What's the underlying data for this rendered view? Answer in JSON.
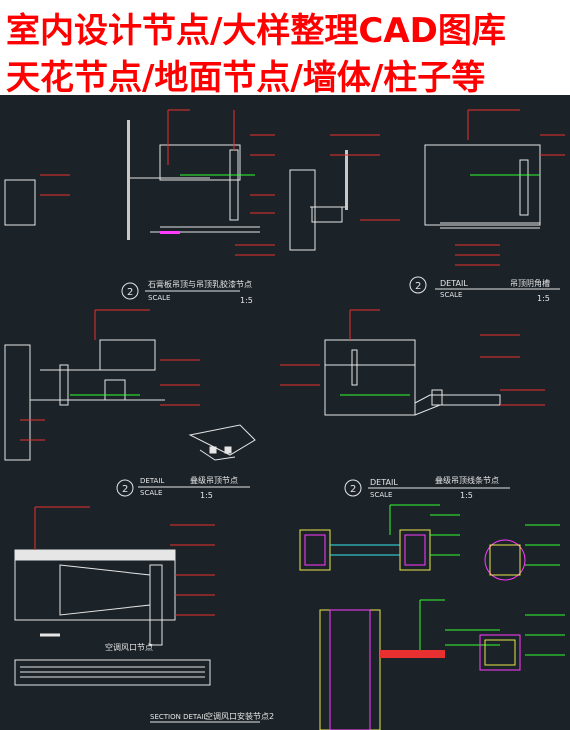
{
  "title": {
    "line1": "室内设计节点/大样整理CAD图库",
    "line2": "天花节点/地面节点/墙体/柱子等"
  },
  "sheet": {
    "tags": [
      {
        "num": "2",
        "title": "石膏板吊顶与吊顶乳胶漆节点",
        "scale_word": "SCALE",
        "scale": "1:5"
      },
      {
        "num": "2",
        "title": "吊顶阴角槽",
        "detail_word": "DETAIL",
        "scale_word": "SCALE",
        "scale": "1:5"
      },
      {
        "num": "2",
        "title": "叠级吊顶节点",
        "detail_word": "DETAIL",
        "scale_word": "SCALE",
        "scale": "1:5"
      },
      {
        "num": "2",
        "title": "叠级吊顶线条节点",
        "detail_word": "DETAIL",
        "scale_word": "SCALE",
        "scale": "1:5"
      },
      {
        "num": "",
        "title": "空调风口节点",
        "scale_word": "",
        "scale": ""
      },
      {
        "num": "",
        "title": "空调风口安装节点2",
        "detail_word": "SECTION DETAIL",
        "scale_word": "",
        "scale": ""
      }
    ],
    "colors": {
      "background": "#1b2228",
      "title_text": "#ff0000",
      "line_white": "#e6e6e6",
      "line_red": "#e83030",
      "line_green": "#32ff32",
      "line_magenta": "#ff3cff",
      "line_yellow": "#e8e84a",
      "line_cyan": "#3ae8e8"
    }
  }
}
